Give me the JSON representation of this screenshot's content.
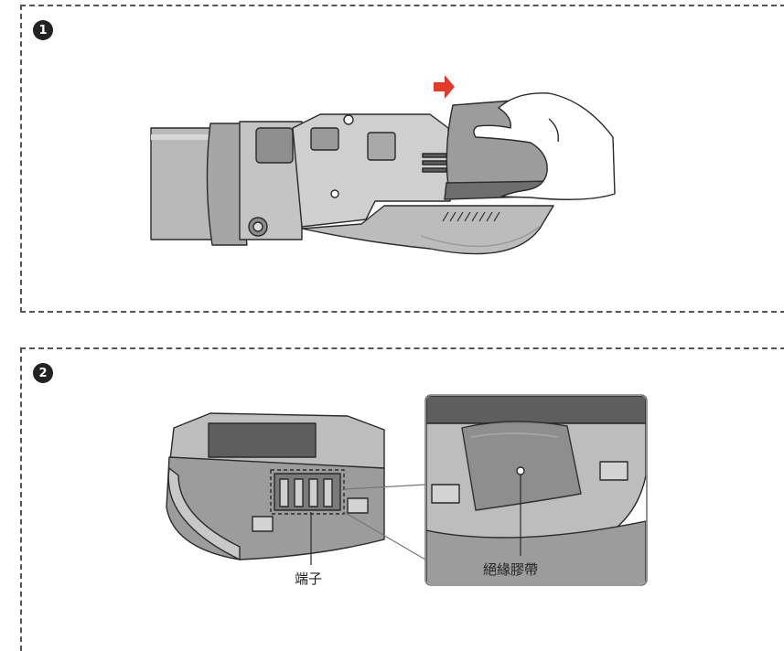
{
  "steps": [
    {
      "number": "1"
    },
    {
      "number": "2"
    }
  ],
  "labels": {
    "terminal": "端子",
    "insulating_tape": "絕緣膠帶"
  },
  "colors": {
    "arrow": "#e53a2a",
    "battery_body": "#9c9c9c",
    "battery_dark": "#5e5e5e",
    "outline": "#2a2a2a"
  }
}
